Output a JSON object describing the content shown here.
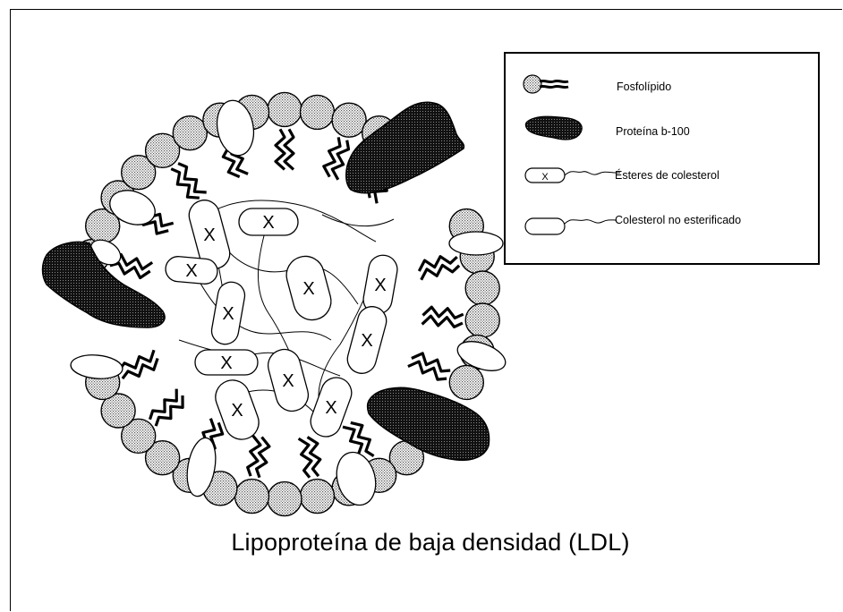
{
  "caption": "Lipoproteína de baja densidad (LDL)",
  "legend": {
    "items": [
      {
        "label": "Fosfolípido",
        "icon": "phospholipid-icon"
      },
      {
        "label": "Proteína b-100",
        "icon": "protein-icon"
      },
      {
        "label": "Ésteres de colesterol",
        "icon": "cholesterol-ester-icon"
      },
      {
        "label": "Colesterol no esterificado",
        "icon": "free-cholesterol-icon"
      }
    ]
  },
  "core_marker": "X",
  "colors": {
    "ink": "#000000",
    "dot_fill": "#cfcfcf",
    "protein": "#111111"
  }
}
